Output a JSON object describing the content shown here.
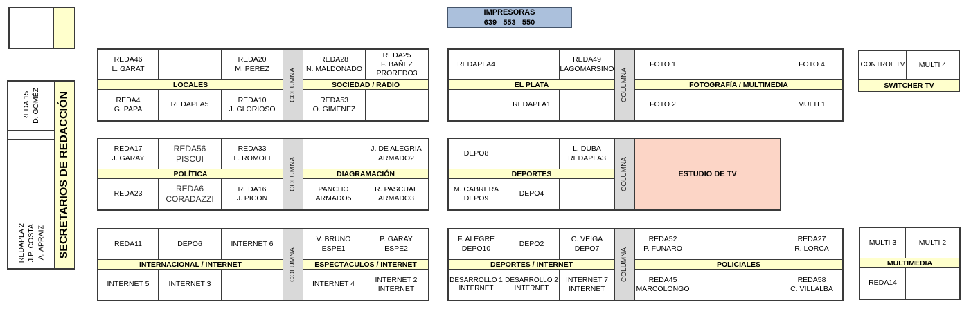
{
  "labels": {
    "columna": "COLUMNA"
  },
  "printers": {
    "title": "IMPRESORAS",
    "numbers": "639   553   550"
  },
  "sidebar": {
    "band": "SECRETARIOS DE REDACCIÓN",
    "cell_top": "REDA 15\nD. GOMÉZ",
    "cell_bottom": "REDAPLA 2\nJ.P. COSTA\nA. APRAIZ"
  },
  "estudio_label": "ESTUDIO DE TV",
  "groups": {
    "locales": {
      "header": "LOCALES",
      "top": [
        "REDA46\nL. GARAT",
        "",
        "REDA20\nM. PEREZ"
      ],
      "bottom": [
        "REDA4\nG. PAPA",
        "REDAPLA5",
        "REDA10\nJ. GLORIOSO"
      ]
    },
    "sociedad_radio": {
      "header": "SOCIEDAD / RADIO",
      "top": [
        "REDA28\nN. MALDONADO",
        "REDA25\nF. BAÑEZ\nPROREDO3"
      ],
      "bottom": [
        "REDA53\nO. GIMENEZ",
        ""
      ]
    },
    "el_plata": {
      "header": "EL PLATA",
      "top": [
        "REDAPLA4",
        "",
        "REDA49\nLAGOMARSINO"
      ],
      "bottom": [
        "",
        "REDAPLA1",
        ""
      ]
    },
    "fotografia_multimedia": {
      "header": "FOTOGRAFÍA / MULTIMEDIA",
      "top": [
        "FOTO 1",
        "",
        "FOTO 4"
      ],
      "bottom": [
        "FOTO 2",
        "",
        "MULTI 1"
      ]
    },
    "switcher_tv": {
      "header": "SWITCHER TV",
      "top": [
        "CONTROL TV",
        "MULTI 4"
      ]
    },
    "politica": {
      "header": "POLÍTICA",
      "top": [
        "REDA17\nJ. GARAY",
        "REDA56\nPISCUI",
        "REDA33\nL. ROMOLI"
      ],
      "bottom": [
        "REDA23",
        "REDA6\nCORADAZZI",
        "REDA16\nJ. PICON"
      ]
    },
    "diagramacion": {
      "header": "DIAGRAMACIÓN",
      "top": [
        "",
        "J. DE ALEGRIA\nARMADO2"
      ],
      "bottom": [
        "PANCHO\nARMADO5",
        "R. PASCUAL\nARMADO3"
      ]
    },
    "deportes": {
      "header": "DEPORTES",
      "top": [
        "DEPO8",
        "",
        "L. DUBA\nREDAPLA3"
      ],
      "bottom": [
        "M. CABRERA\nDEPO9",
        "DEPO4",
        ""
      ]
    },
    "internacional_internet": {
      "header": "INTERNACIONAL / INTERNET",
      "top": [
        "REDA11",
        "DEPO6",
        "INTERNET 6"
      ],
      "bottom": [
        "INTERNET 5",
        "INTERNET 3",
        ""
      ]
    },
    "espectaculos_internet": {
      "header": "ESPECTÁCULOS / INTERNET",
      "top": [
        "V. BRUNO\nESPE1",
        "P. GARAY\nESPE2"
      ],
      "bottom": [
        "INTERNET 4",
        "INTERNET 2\nINTERNET"
      ]
    },
    "deportes_internet": {
      "header": "DEPORTES / INTERNET",
      "top": [
        "F. ALEGRE\nDEPO10",
        "DEPO2",
        "C. VEIGA\nDEPO7"
      ],
      "bottom": [
        "DESARROLLO 1\nINTERNET",
        "DESARROLLO 2\nINTERNET",
        "INTERNET 7\nINTERNET"
      ]
    },
    "policiales": {
      "header": "POLICIALES",
      "top": [
        "REDA52\nP. FUNARO",
        "",
        "REDA27\nR. LORCA"
      ],
      "bottom": [
        "REDA45\nMARCOLONGO",
        "",
        "REDA58\nC. VILLALBA"
      ]
    },
    "multimedia": {
      "header": "MULTIMEDIA",
      "top": [
        "MULTI 3",
        "MULTI 2"
      ],
      "bottom": [
        "REDA14",
        ""
      ]
    }
  },
  "colors": {
    "band_yellow": "#ffffcc",
    "columna_gray": "#d9d9d9",
    "printers_blue": "#abc0dc",
    "estudio_pink": "#fcd5c6",
    "line": "#3a3a3a"
  }
}
